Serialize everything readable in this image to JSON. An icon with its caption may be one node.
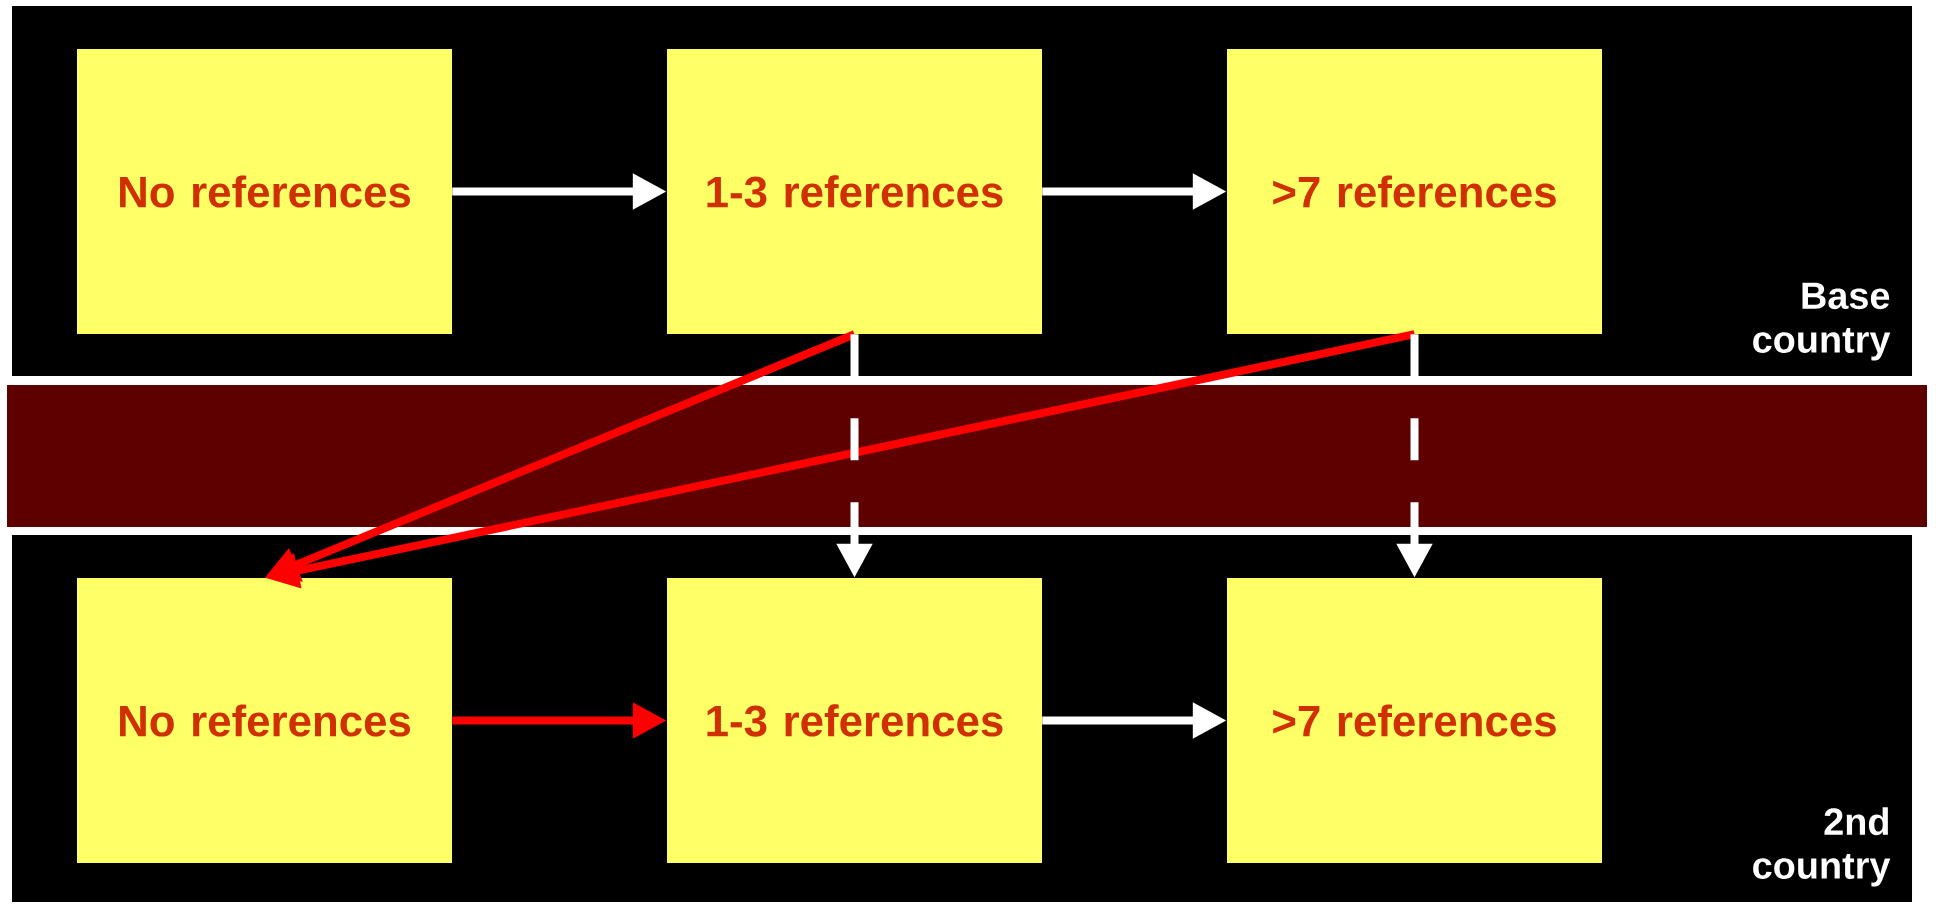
{
  "diagram": {
    "nodes": [
      {
        "text": [
          "Base country"
        ]
      },
      {
        "text": [
          "No references"
        ],
        "in": 0
      },
      {
        "text": [
          "1-3 references"
        ],
        "in": 0
      },
      {
        "text": [
          ">7 references"
        ],
        "in": 0
      },
      {
        "text": [
          "2nd country"
        ]
      },
      {
        "text": [
          "No references"
        ],
        "in": 4
      },
      {
        "text": [
          "1-3 references"
        ],
        "in": 4
      },
      {
        "text": [
          ">7 references"
        ],
        "in": 4
      }
    ],
    "edges": [
      {
        "from": 1,
        "to": 2,
        "arrow": "to"
      },
      {
        "from": 2,
        "to": 3,
        "arrow": "to"
      },
      {
        "from": 2,
        "to": 5,
        "arrow": "to",
        "color": "#ff0000"
      },
      {
        "from": 3,
        "to": 5,
        "arrow": "to",
        "color": "#ff0000"
      },
      {
        "from": 2,
        "to": 6,
        "arrow": "to",
        "style": "dashed"
      },
      {
        "from": 3,
        "to": 7,
        "arrow": "to",
        "style": "dashed"
      },
      {
        "from": 5,
        "to": 6,
        "arrow": "to",
        "color": "#ff0000"
      },
      {
        "from": 6,
        "to": 7,
        "arrow": "to"
      }
    ]
  }
}
